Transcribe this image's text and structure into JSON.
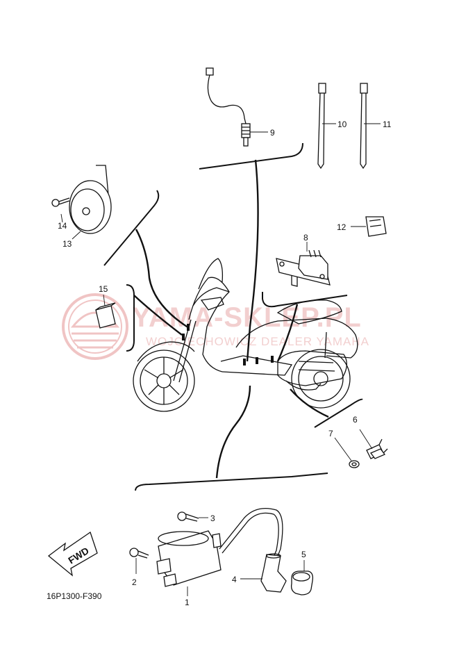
{
  "diagram": {
    "code": "16P1300-F390",
    "watermark": {
      "line1": "YAMA-SKLEP.PL",
      "line2": "WOJCIECHOWICZ DEALER YAMAHA"
    },
    "direction_label": "FWD",
    "callouts": [
      {
        "id": "c1",
        "label": "1"
      },
      {
        "id": "c2",
        "label": "2"
      },
      {
        "id": "c3",
        "label": "3"
      },
      {
        "id": "c4",
        "label": "4"
      },
      {
        "id": "c5",
        "label": "5"
      },
      {
        "id": "c6",
        "label": "6"
      },
      {
        "id": "c7",
        "label": "7"
      },
      {
        "id": "c8",
        "label": "8"
      },
      {
        "id": "c9",
        "label": "9"
      },
      {
        "id": "c10",
        "label": "10"
      },
      {
        "id": "c11",
        "label": "11"
      },
      {
        "id": "c12",
        "label": "12"
      },
      {
        "id": "c13",
        "label": "13"
      },
      {
        "id": "c14",
        "label": "14"
      },
      {
        "id": "c15",
        "label": "15"
      }
    ],
    "colors": {
      "line": "#111111",
      "watermark": "#e8a8a8"
    }
  }
}
